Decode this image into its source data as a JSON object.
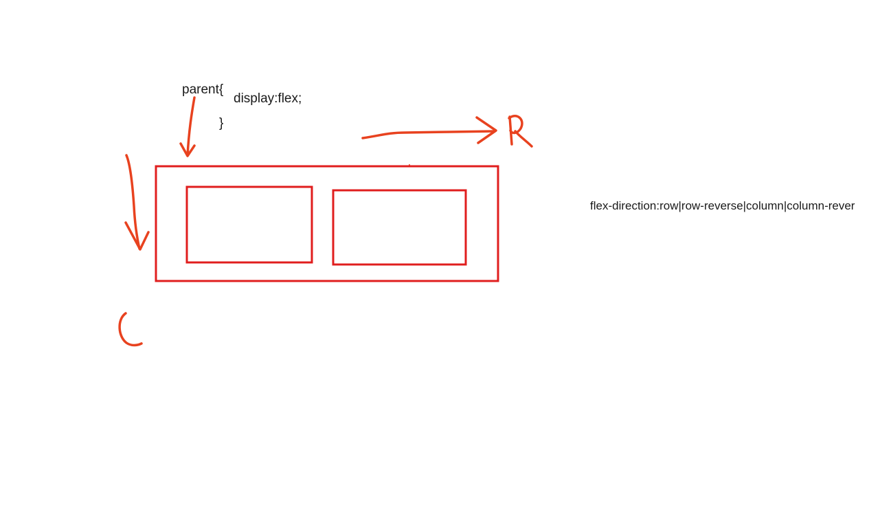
{
  "code": {
    "selector": "parent{",
    "declaration": "display:flex;",
    "close_brace": "}"
  },
  "note": {
    "flex_direction": "flex-direction:row|row-reverse|column|column-rever"
  },
  "colors": {
    "box_stroke": "#e01e1e",
    "ink": "#e8421f",
    "text": "#1a1a1a",
    "background": "#ffffff"
  }
}
